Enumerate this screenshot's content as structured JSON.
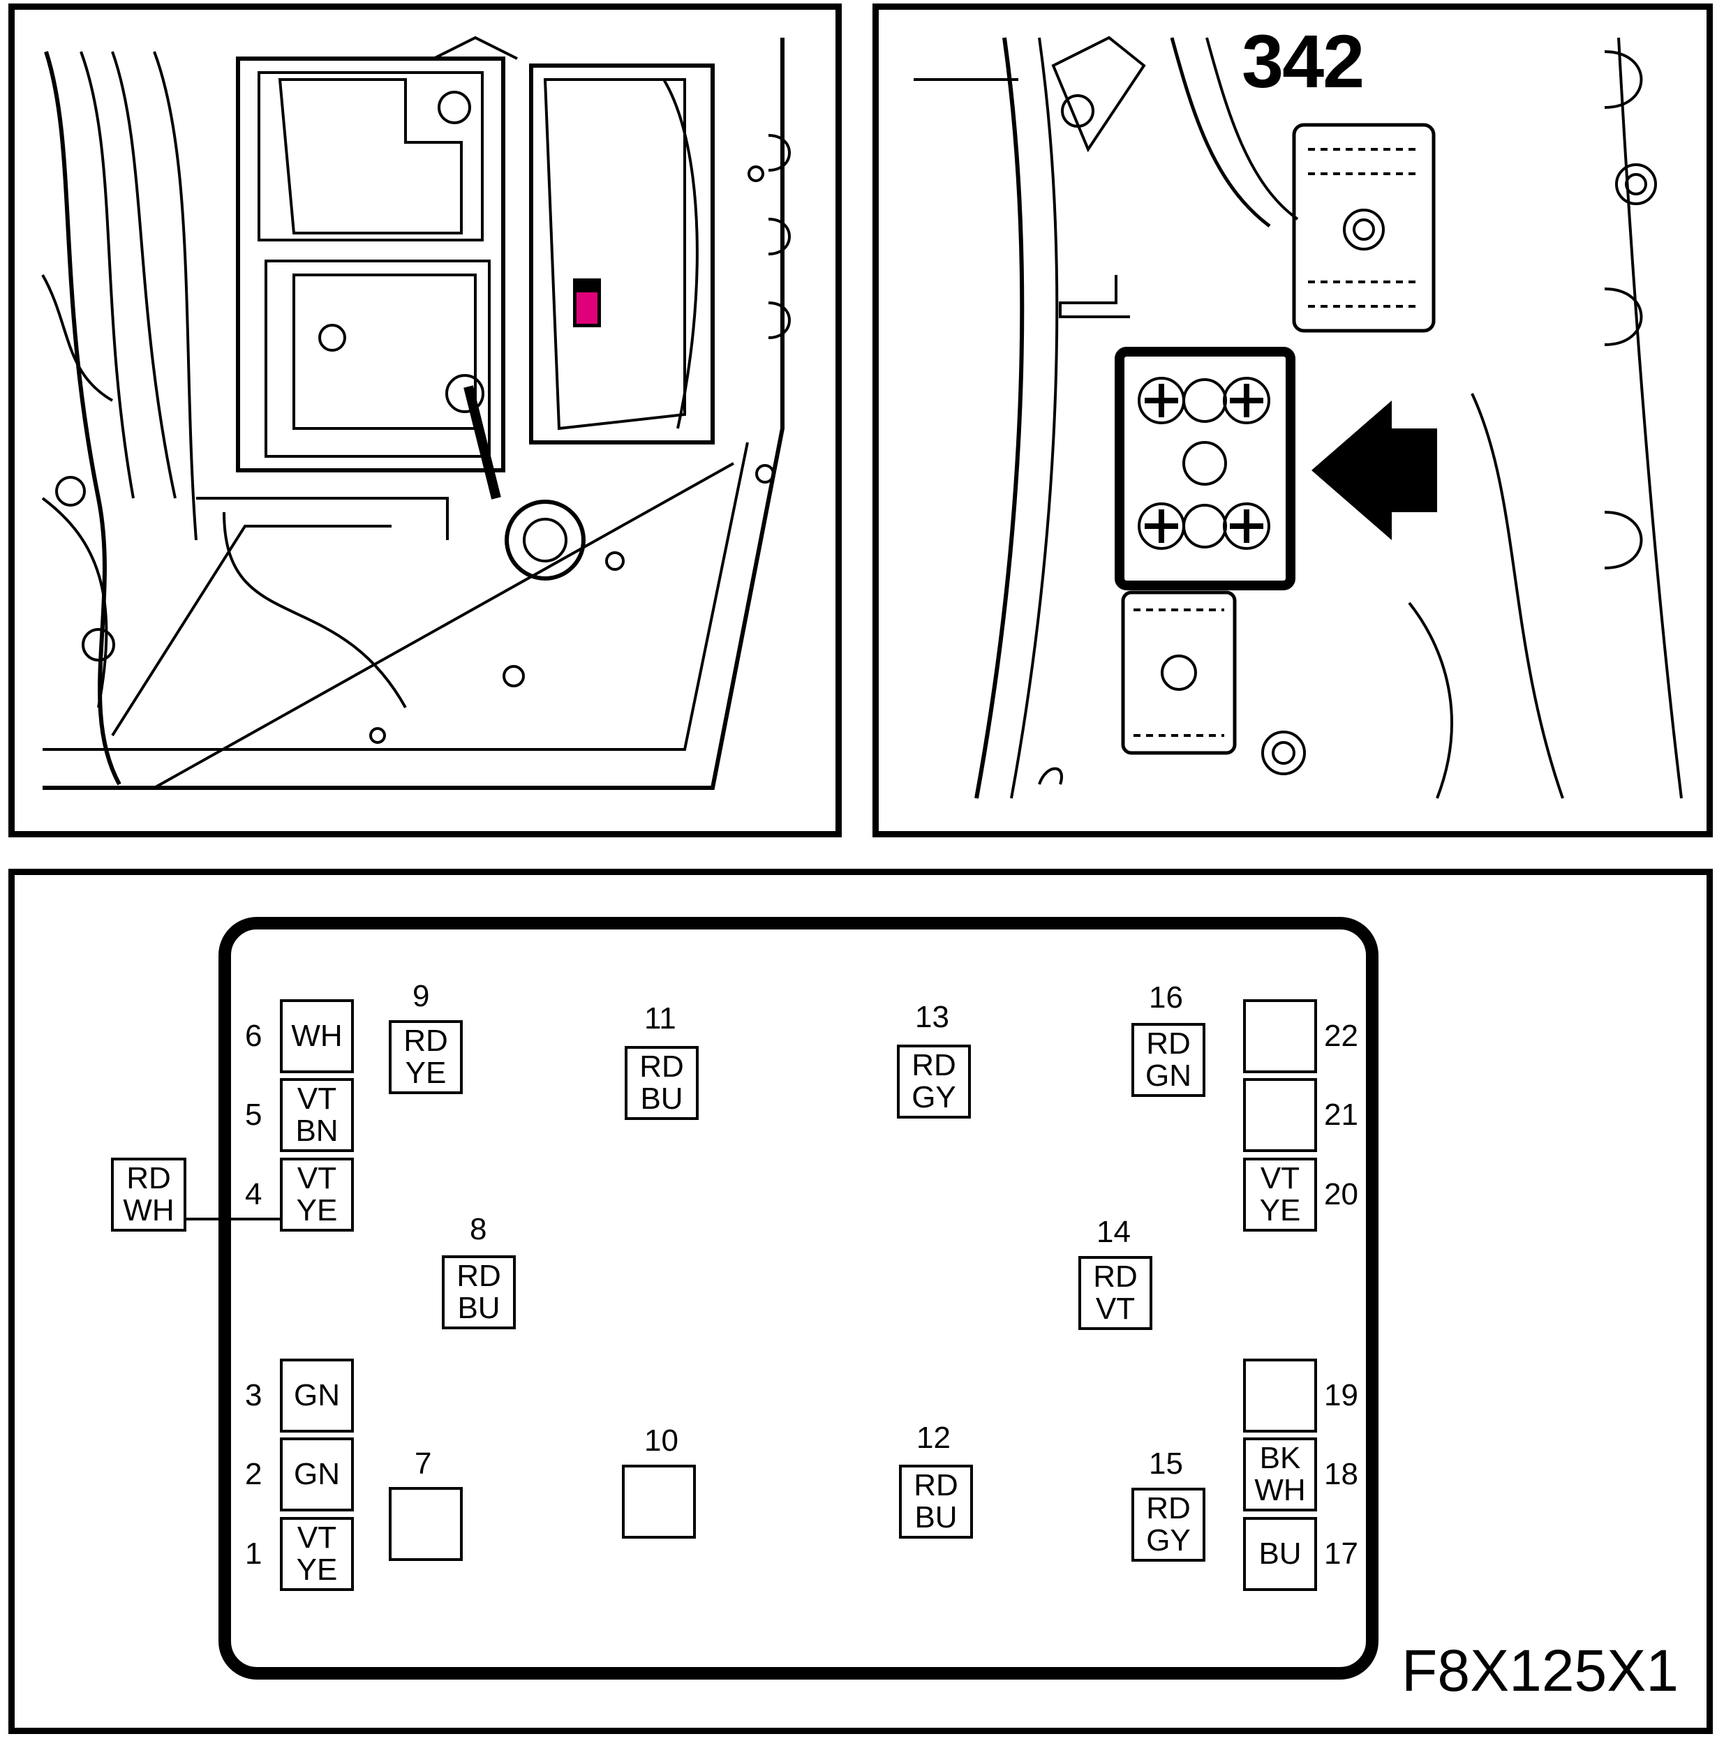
{
  "callout": {
    "number": "342"
  },
  "figure_id": "F8X125X1",
  "external_wire": {
    "id": "external-wire-rd-wh",
    "lines": [
      "RD",
      "WH"
    ]
  },
  "positions": [
    {
      "id": "1",
      "lines": [
        "VT",
        "YE"
      ]
    },
    {
      "id": "2",
      "lines": [
        "GN"
      ]
    },
    {
      "id": "3",
      "lines": [
        "GN"
      ]
    },
    {
      "id": "4",
      "lines": [
        "VT",
        "YE"
      ]
    },
    {
      "id": "5",
      "lines": [
        "VT",
        "BN"
      ]
    },
    {
      "id": "6",
      "lines": [
        "WH"
      ]
    },
    {
      "id": "7",
      "lines": []
    },
    {
      "id": "8",
      "lines": [
        "RD",
        "BU"
      ]
    },
    {
      "id": "9",
      "lines": [
        "RD",
        "YE"
      ]
    },
    {
      "id": "10",
      "lines": []
    },
    {
      "id": "11",
      "lines": [
        "RD",
        "BU"
      ]
    },
    {
      "id": "12",
      "lines": [
        "RD",
        "BU"
      ]
    },
    {
      "id": "13",
      "lines": [
        "RD",
        "GY"
      ]
    },
    {
      "id": "14",
      "lines": [
        "RD",
        "VT"
      ]
    },
    {
      "id": "15",
      "lines": [
        "RD",
        "GY"
      ]
    },
    {
      "id": "16",
      "lines": [
        "RD",
        "GN"
      ]
    },
    {
      "id": "17",
      "lines": [
        "BU"
      ]
    },
    {
      "id": "18",
      "lines": [
        "BK",
        "WH"
      ]
    },
    {
      "id": "19",
      "lines": []
    },
    {
      "id": "20",
      "lines": [
        "VT",
        "YE"
      ]
    },
    {
      "id": "21",
      "lines": []
    },
    {
      "id": "22",
      "lines": []
    }
  ],
  "colors": {
    "line": "#000000",
    "background": "#ffffff",
    "location_marker": "#e0007a"
  }
}
